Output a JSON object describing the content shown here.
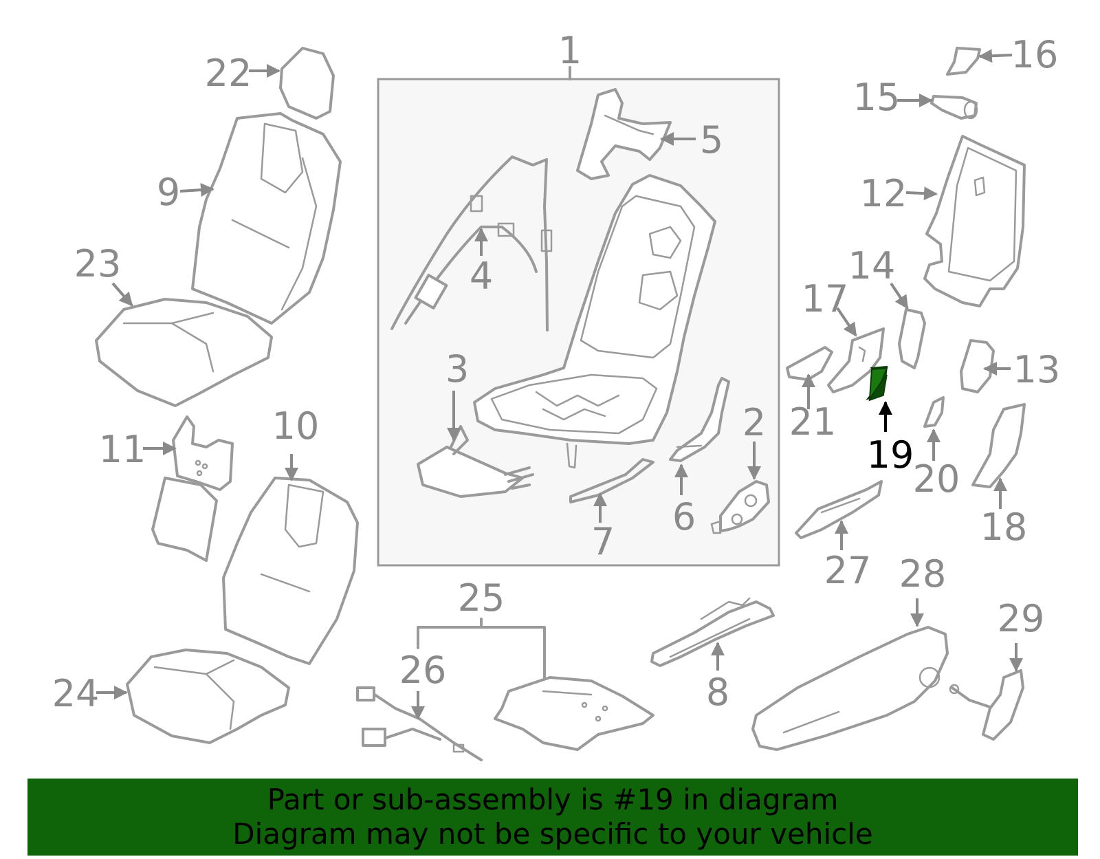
{
  "diagram": {
    "labels": {
      "p1": "1",
      "p2": "2",
      "p3": "3",
      "p4": "4",
      "p5": "5",
      "p6": "6",
      "p7": "7",
      "p8": "8",
      "p9": "9",
      "p10": "10",
      "p11": "11",
      "p12": "12",
      "p13": "13",
      "p14": "14",
      "p15": "15",
      "p16": "16",
      "p17": "17",
      "p18": "18",
      "p19": "19",
      "p20": "20",
      "p21": "21",
      "p22": "22",
      "p23": "23",
      "p24": "24",
      "p25": "25",
      "p26": "26",
      "p27": "27",
      "p28": "28",
      "p29": "29"
    },
    "highlight_part": "19",
    "colors": {
      "line": "#9a9a9a",
      "label": "#8a8a8a",
      "highlight_fill": "#1a7a10",
      "highlight_label": "#000000",
      "banner_bg": "#0f6308"
    }
  },
  "footer": {
    "line1": "Part or sub-assembly is #19 in diagram",
    "line2": "Diagram may not be specific to your vehicle"
  }
}
